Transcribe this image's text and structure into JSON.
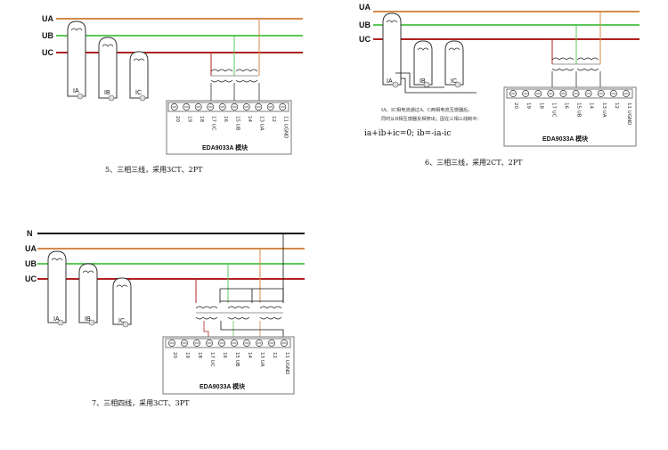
{
  "colors": {
    "N": "#111111",
    "UA": "#d48a4a",
    "UB": "#5cc85c",
    "UC": "#b02020",
    "wire": "#111111"
  },
  "diagrams": [
    {
      "lines": [
        "UA",
        "UB",
        "UC"
      ],
      "cts": [
        "IA",
        "IB",
        "IC"
      ],
      "terminals": [
        "20",
        "19",
        "18",
        "17",
        "16",
        "15",
        "14",
        "13",
        "12",
        "11"
      ],
      "terminal_labels": {
        "17": "UC",
        "15": "UB",
        "13": "UA",
        "11": "UGND"
      },
      "module": "EDA9033A 模块",
      "caption": "5、三相三线，采用3CT、2PT"
    },
    {
      "lines": [
        "UA",
        "UB",
        "UC"
      ],
      "cts": [
        "IA",
        "IB",
        "IC"
      ],
      "terminals": [
        "20",
        "19",
        "18",
        "17",
        "16",
        "15",
        "14",
        "13",
        "12",
        "11"
      ],
      "terminal_labels": {
        "17": "UC",
        "15": "UB",
        "13": "UA",
        "11": "UGND"
      },
      "module": "EDA9033A 模块",
      "note_line1": "IA、IC相电流通过A、C两相电流互感器后，",
      "note_line2": "同时从B相互感器反相穿出；因在三相三线制中：",
      "equation": "ia+ib+ic=0; ib=-ia-ic",
      "caption": "6、三相三线，采用2CT、2PT"
    },
    {
      "lines": [
        "N",
        "UA",
        "UB",
        "UC"
      ],
      "cts": [
        "IA",
        "IB",
        "IC"
      ],
      "terminals": [
        "20",
        "19",
        "18",
        "17",
        "16",
        "15",
        "14",
        "13",
        "12",
        "11"
      ],
      "terminal_labels": {
        "17": "UC",
        "15": "UB",
        "13": "UA",
        "11": "UGND"
      },
      "module": "EDA9033A 模块",
      "caption": "7、三相四线，采用3CT、3PT"
    }
  ]
}
